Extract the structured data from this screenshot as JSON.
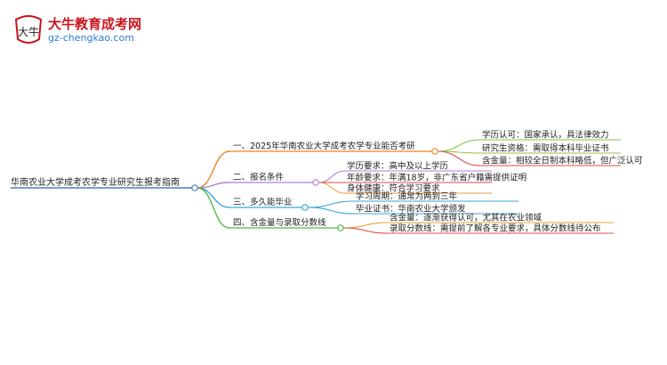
{
  "logo": {
    "title": "大牛教育成考网",
    "url": "gz-chengkao.com",
    "mark_glyph": "大牛"
  },
  "colors": {
    "root": "#4a7fb5",
    "branch1": "#e8842a",
    "branch2": "#b07fd8",
    "branch3": "#3aa7d6",
    "branch4": "#55b949",
    "leaf1": "#7ac943",
    "leaf2": "#a3b84a",
    "leaf3": "#e34d4d",
    "leaf4": "#e6a23c"
  },
  "mindmap": {
    "root": "华南农业大学成考农学专业研究生报考指南",
    "branches": [
      {
        "label": "一、2025年华南农业大学成考农学专业能否考研",
        "children": [
          "学历认可：国家承认，具法律效力",
          "研究生资格：需取得本科毕业证书",
          "含金量：相较全日制本科略低，但广泛认可"
        ]
      },
      {
        "label": "二、报名条件",
        "children": [
          "学历要求：高中及以上学历",
          "年龄要求：年满18岁，非广东省户籍需提供证明",
          "身体健康：符合学习要求"
        ]
      },
      {
        "label": "三、多久能毕业",
        "children": [
          "学习周期：通常为两到三年",
          "毕业证书：华南农业大学颁发"
        ]
      },
      {
        "label": "四、含金量与录取分数线",
        "children": [
          "含金量：逐渐获得认可，尤其在农业领域",
          "录取分数线：需提前了解各专业要求，具体分数线待公布"
        ]
      }
    ]
  }
}
